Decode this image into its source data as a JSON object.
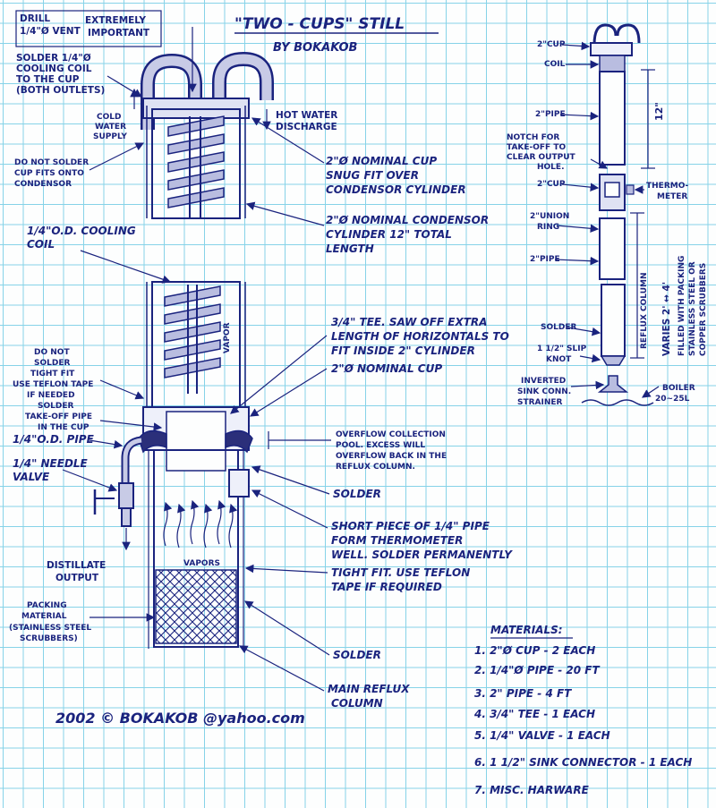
{
  "title": "\"TWO - CUPS\" STILL",
  "byline": "BY BOKAKOB",
  "signature": "2002 © BOKAKOB @yahoo.com",
  "labels": {
    "drill_vent": [
      "DRILL",
      "1/4\"Ø VENT"
    ],
    "extremely_important": [
      "EXTREMELY",
      "IMPORTANT"
    ],
    "solder_coil": [
      "SOLDER 1/4\"Ø",
      "COOLING COIL",
      "TO THE CUP",
      "(BOTH OUTLETS)"
    ],
    "cold_water": [
      "COLD",
      "WATER",
      "SUPPLY"
    ],
    "hot_water": [
      "HOT WATER",
      "DISCHARGE"
    ],
    "do_not_solder_cup": [
      "DO NOT SOLDER",
      "CUP FITS ONTO",
      "CONDENSOR"
    ],
    "nominal_cup_top": [
      "2\"Ø NOMINAL CUP",
      "SNUG FIT OVER",
      "CONDENSOR CYLINDER"
    ],
    "condensor_cylinder": [
      "2\"Ø NOMINAL CONDENSOR",
      "CYLINDER   12\" TOTAL",
      "LENGTH"
    ],
    "cooling_coil": [
      "1/4\"O.D. COOLING",
      "COIL"
    ],
    "tee": [
      "3/4\" TEE. SAW OFF EXTRA",
      "LENGTH OF HORIZONTALS TO",
      "FIT INSIDE 2\" CYLINDER"
    ],
    "nominal_cup_mid": "2\"Ø NOMINAL CUP",
    "do_not_solder_tight": [
      "DO NOT",
      "SOLDER",
      "TIGHT FIT",
      "USE TEFLON TAPE",
      "IF NEEDED"
    ],
    "solder_takeoff": [
      "SOLDER",
      "TAKE-OFF PIPE",
      "IN THE CUP"
    ],
    "od_pipe": "1/4\"O.D. PIPE",
    "needle_valve": [
      "1/4\" NEEDLE",
      "VALVE"
    ],
    "overflow": [
      "OVERFLOW COLLECTION",
      "POOL. EXCESS WILL",
      "OVERFLOW BACK IN THE",
      "REFLUX COLUMN."
    ],
    "solder_1": "SOLDER",
    "short_piece": [
      "SHORT PIECE OF 1/4\" PIPE",
      "FORM THERMOMETER",
      "WELL. SOLDER PERMANENTLY"
    ],
    "distillate": [
      "DISTILLATE",
      "OUTPUT"
    ],
    "vapors": "VAPORS",
    "vapor": "VAPOR",
    "tight_fit": [
      "TIGHT FIT. USE TEFLON",
      "TAPE IF REQUIRED"
    ],
    "packing": [
      "PACKING",
      "MATERIAL",
      "(STAINLESS STEEL",
      "SCRUBBERS)"
    ],
    "solder_2": "SOLDER",
    "main_reflux": [
      "MAIN REFLUX",
      "COLUMN"
    ]
  },
  "right_diagram": {
    "cup_top": "2\"CUP",
    "coil": "COIL",
    "pipe_top": "2\"PIPE",
    "twelve": "12\"",
    "notch": [
      "NOTCH FOR",
      "TAKE-OFF TO",
      "CLEAR OUTPUT",
      "HOLE."
    ],
    "cup_mid": "2\"CUP",
    "thermometer": [
      "THERMO-",
      "METER"
    ],
    "union_ring": [
      "2\"UNION",
      "RING"
    ],
    "pipe_mid": "2\"PIPE",
    "reflux_column": "REFLUX COLUMN",
    "varies": "VARIES 2' ↔ 4'",
    "filled": [
      "FILLED WITH PACKING",
      "STAINLESS STEEL OR",
      "COPPER SCRUBBERS"
    ],
    "solder": "SOLDER",
    "slip_knot": [
      "1 1/2\" SLIP",
      "KNOT"
    ],
    "inverted": [
      "INVERTED",
      "SINK CONN.",
      "STRAINER"
    ],
    "boiler": [
      "BOILER",
      "20~25L"
    ]
  },
  "materials": {
    "heading": "MATERIALS:",
    "items": [
      "1.  2\"Ø CUP  - 2 EACH",
      "2.  1/4\"Ø PIPE  - 20 FT",
      "3.  2\" PIPE  - 4 FT",
      "4.  3/4\" TEE  - 1 EACH",
      "5.  1/4\" VALVE  - 1 EACH",
      "6.  1 1/2\" SINK CONNECTOR  - 1 EACH",
      "7.  MISC. HARWARE"
    ]
  }
}
